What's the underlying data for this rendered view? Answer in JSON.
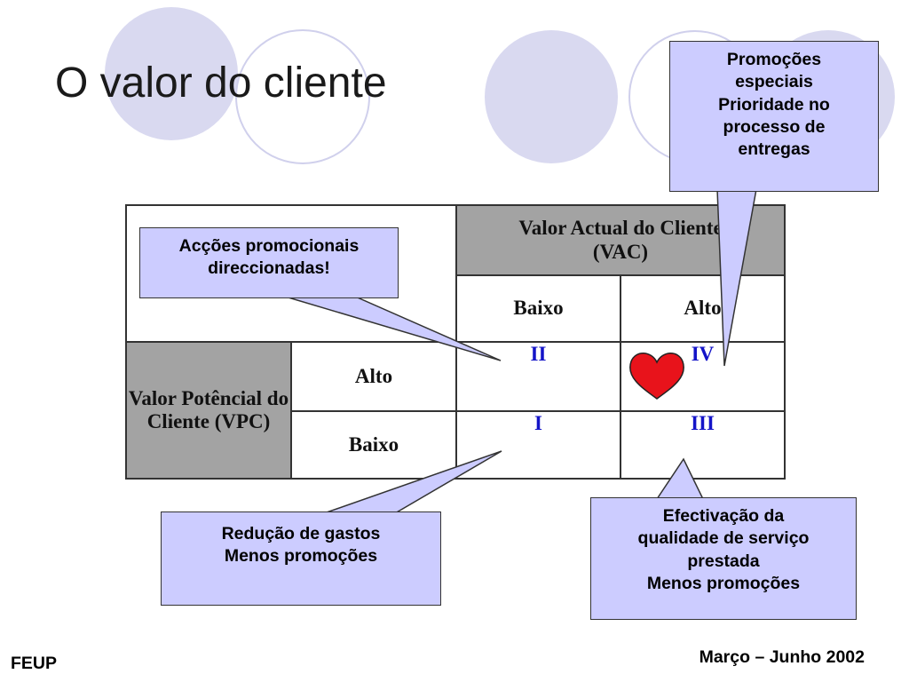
{
  "title": "O valor do cliente",
  "matrix": {
    "top_header": "Valor Actual do Cliente (VAC)",
    "col_baixo": "Baixo",
    "col_alto": "Alto",
    "side_header": "Valor Potêncial do Cliente (VPC)",
    "row_alto": "Alto",
    "row_baixo": "Baixo",
    "q_ii": "II",
    "q_iv": "IV",
    "q_i": "I",
    "q_iii": "III"
  },
  "callouts": {
    "top_left": [
      "Acções promocionais",
      "direccionadas!"
    ],
    "top_right": [
      "Promoções",
      "especiais",
      "Prioridade no",
      "processo de",
      "entregas"
    ],
    "bottom_left": [
      "Redução de gastos",
      "Menos promoções"
    ],
    "bottom_right": [
      "Efectivação da",
      "qualidade de serviço",
      "prestada",
      "Menos promoções"
    ]
  },
  "icons": {
    "heart": "heart-icon"
  },
  "colors": {
    "callout_fill": "#ccccff",
    "header_gray": "#a3a3a3",
    "roman_blue": "#1414c8",
    "heart_red": "#e8131b",
    "circle_fill": "#d9d9f0"
  },
  "footer": {
    "left": "FEUP",
    "right": "Março – Junho 2002"
  }
}
